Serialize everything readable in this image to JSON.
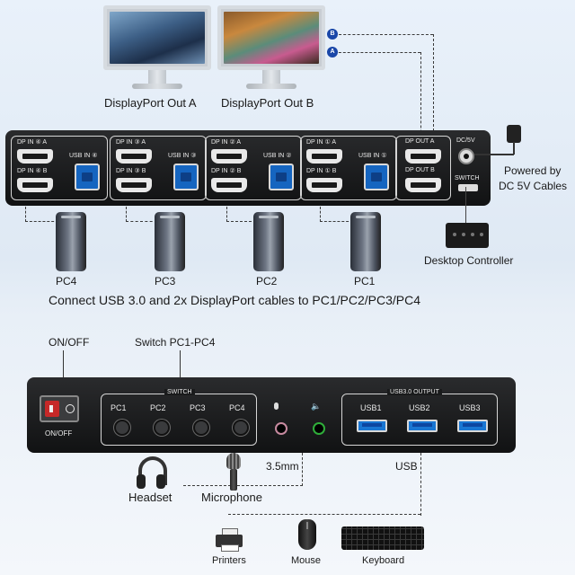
{
  "monitors": {
    "a_label": "DisplayPort Out A",
    "b_label": "DisplayPort Out B"
  },
  "badges": {
    "b": "B",
    "a": "A"
  },
  "rear_panel": {
    "groups": [
      {
        "dp_a": "DP IN ④ A",
        "dp_b": "DP IN ④ B",
        "usb": "USB IN ④"
      },
      {
        "dp_a": "DP IN ③ A",
        "dp_b": "DP IN ③ B",
        "usb": "USB IN ③"
      },
      {
        "dp_a": "DP IN ② A",
        "dp_b": "DP IN ② B",
        "usb": "USB IN ②"
      },
      {
        "dp_a": "DP IN ① A",
        "dp_b": "DP IN ① B",
        "usb": "USB IN ①"
      }
    ],
    "dp_out_a": "DP OUT A",
    "dp_out_b": "DP OUT B",
    "dc": "DC/5V",
    "switch": "SWITCH"
  },
  "power_label_1": "Powered by",
  "power_label_2": "DC 5V Cables",
  "pcs": [
    "PC4",
    "PC3",
    "PC2",
    "PC1"
  ],
  "desktop_controller": "Desktop Controller",
  "connect_caption": "Connect USB 3.0 and 2x DisplayPort cables to PC1/PC2/PC3/PC4",
  "front": {
    "on_off_top": "ON/OFF",
    "switch_caption": "Switch PC1-PC4",
    "on_off_panel": "ON/OFF",
    "switch_group": "SWITCH",
    "switch_buttons": [
      "PC1",
      "PC2",
      "PC3",
      "PC4"
    ],
    "usb_group": "USB3.0 OUTPUT",
    "usb_ports": [
      "USB1",
      "USB2",
      "USB3"
    ],
    "jack_caption": "3.5mm",
    "usb_caption": "USB"
  },
  "devices": {
    "headset": "Headset",
    "microphone": "Microphone",
    "printers": "Printers",
    "mouse": "Mouse",
    "keyboard": "Keyboard"
  },
  "colors": {
    "usb_blue": "#1976d2",
    "badge_blue": "#1a47a8",
    "jack_green": "#2fae3a"
  }
}
